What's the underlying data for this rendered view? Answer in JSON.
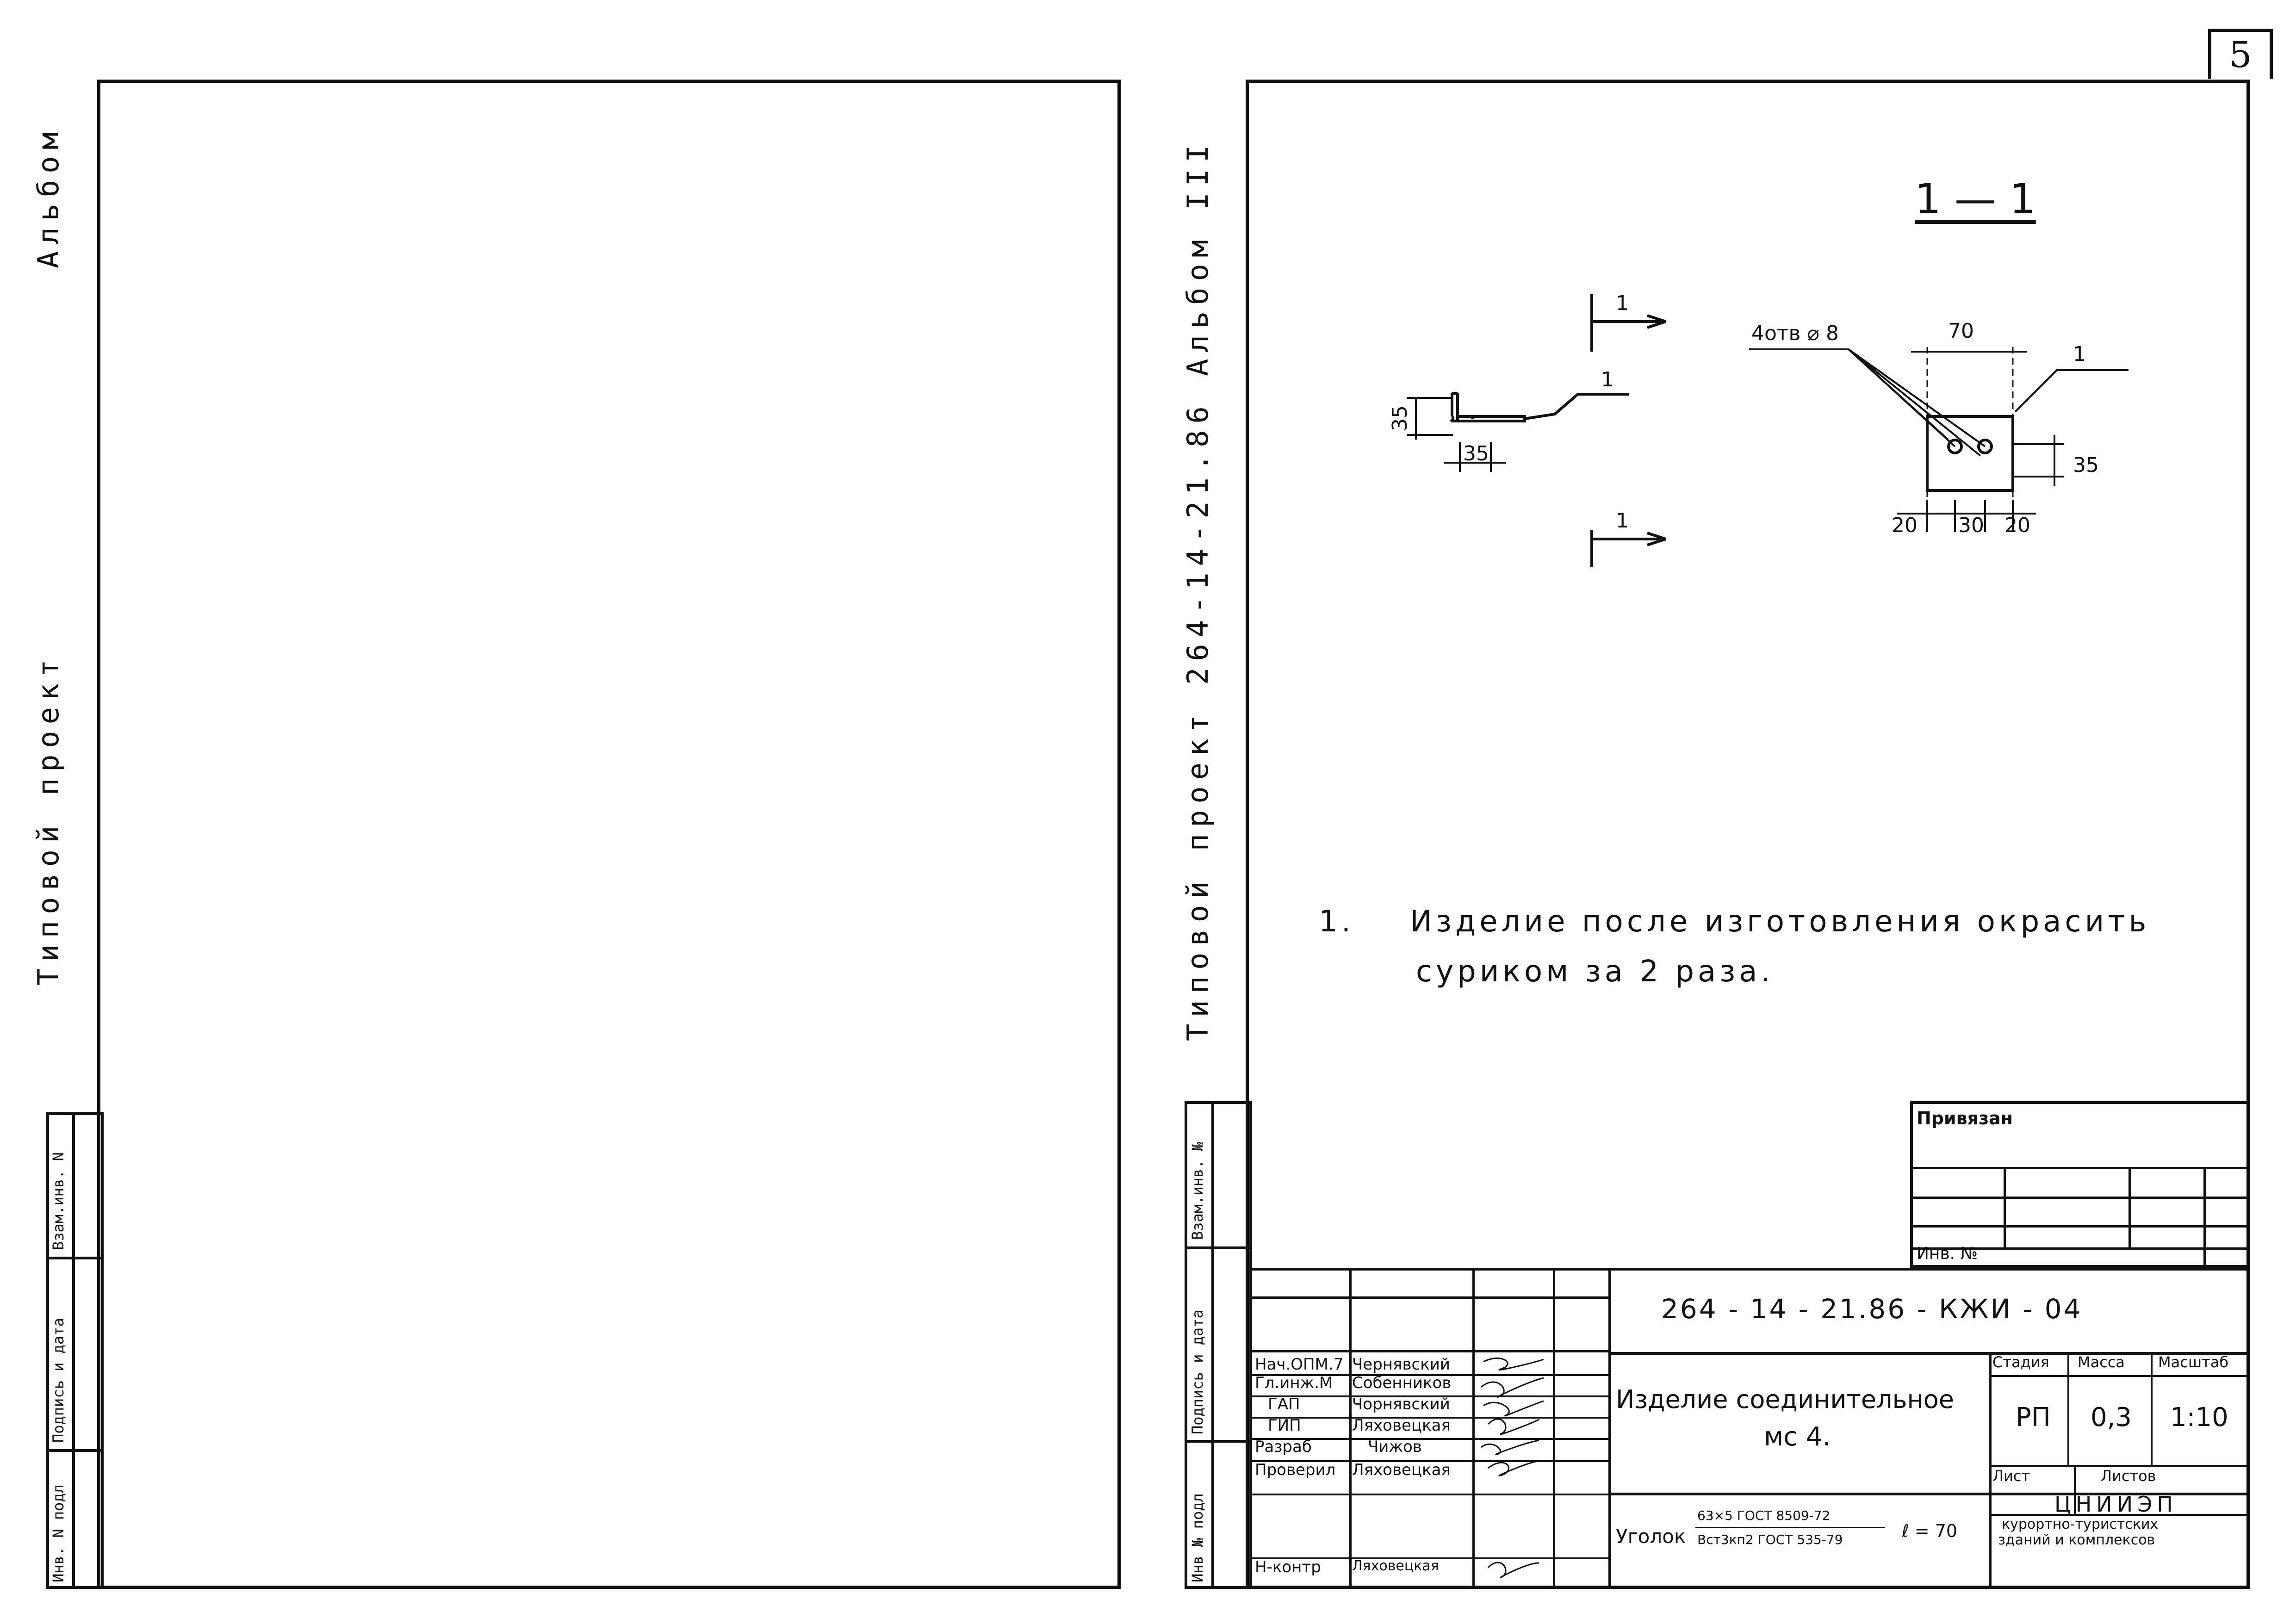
{
  "page_number": "5",
  "left_sheet": {
    "vertical_title_top": "Альбом",
    "vertical_title_main": "Типовой проект",
    "stamp_labels": [
      "Инв. N подл",
      "Подпись и дата",
      "Взам.инв. N"
    ]
  },
  "right_sheet": {
    "vertical_title": "Типовой проект 264-14-21.86       Альбом III",
    "stamp_labels": [
      "Инв № подл",
      "Подпись и дата",
      "Взам.инв. №"
    ],
    "section_label": "1 — 1",
    "drawing": {
      "callout_holes": "4отв ⌀ 8",
      "dim_70": "70",
      "dim_35_left": "35",
      "dim_35_bottom": "35",
      "dim_35_right": "35",
      "dim_20_a": "20",
      "dim_30": "30",
      "dim_20_b": "20",
      "leader_1a": "1",
      "leader_1b": "1",
      "section_mark_top": "1",
      "section_mark_bottom": "1"
    },
    "note": {
      "number": "1.",
      "line1": "Изделие после изготовления окрасить",
      "line2": "суриком за 2 раза."
    },
    "binding_box": {
      "title": "Привязан",
      "inv_label": "Инв. №"
    },
    "title_block": {
      "doc_code": "264 - 14 - 21.86  -  КЖИ - 04",
      "signatures": [
        {
          "role": "Нач.ОПМ.7",
          "name": "Чернявский"
        },
        {
          "role": "Гл.инж.М",
          "name": "Собенников"
        },
        {
          "role": "ГАП",
          "name": "Чорнявский"
        },
        {
          "role": "ГИП",
          "name": "Ляховецкая"
        },
        {
          "role": "Разраб",
          "name": "Чижов"
        },
        {
          "role": "Проверил",
          "name": "Ляховецкая"
        },
        {
          "role": "Н-контр",
          "name": "Ляховецкая"
        }
      ],
      "item_name_line1": "Изделие соединительное",
      "item_name_line2": "мс 4.",
      "stage_header": "Стадия",
      "mass_header": "Масса",
      "scale_header": "Масштаб",
      "stage_value": "РП",
      "mass_value": "0,3",
      "scale_value": "1:10",
      "sheet_label": "Лист",
      "sheets_label": "Листов",
      "material_label": "Уголок",
      "material_top": "63×5 ГОСТ 8509-72",
      "material_bottom": "Вст3кп2 ГОСТ 535-79",
      "material_length": "ℓ = 70",
      "org_line1": "ЦНИИЭП",
      "org_line2": "курортно-туристских",
      "org_line3": "зданий и комплексов"
    }
  }
}
